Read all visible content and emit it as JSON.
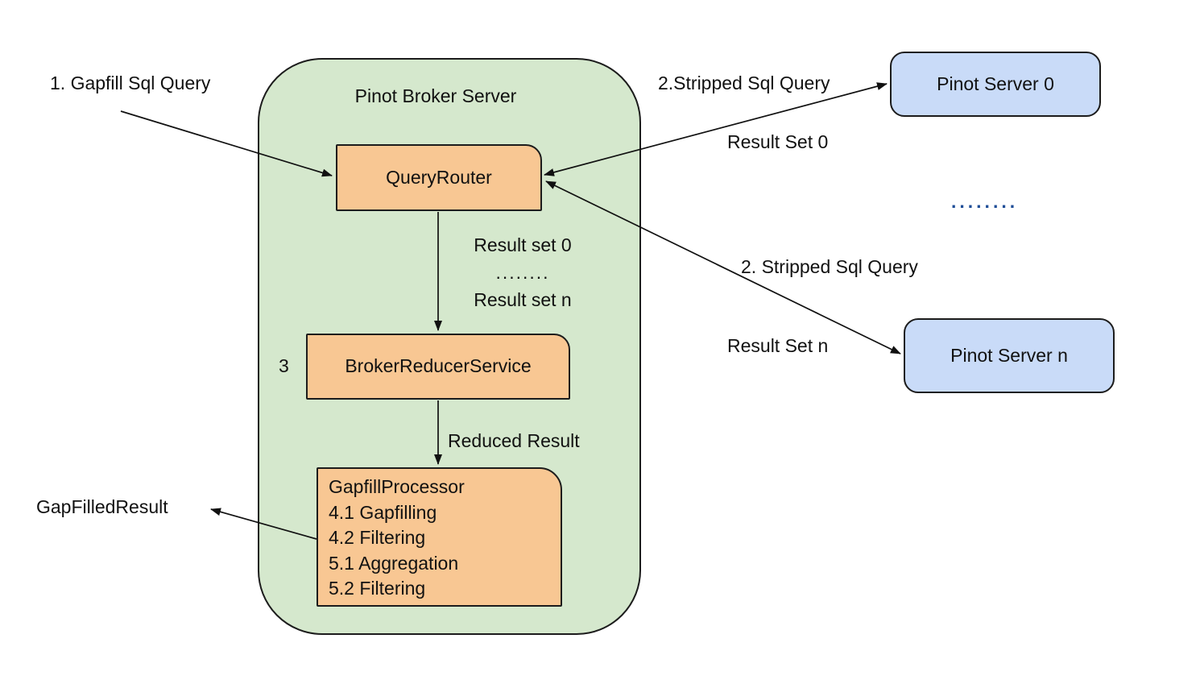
{
  "diagram": {
    "title": "Pinot Broker Server",
    "external_labels": {
      "gapfill_sql_query": "1. Gapfill Sql Query",
      "gapfilled_result": "GapFilledResult"
    },
    "broker": {
      "query_router": "QueryRouter",
      "step3": "3",
      "broker_reducer_service": "BrokerReducerService",
      "flow": {
        "result_set_0": "Result set 0",
        "dots": "........",
        "result_set_n": "Result set n"
      },
      "reduced_result": "Reduced Result",
      "gapfill_processor": {
        "title": "GapfillProcessor",
        "steps": [
          "4.1 Gapfilling",
          "4.2 Filtering",
          "5.1 Aggregation",
          "5.2 Filtering"
        ]
      }
    },
    "servers": {
      "server_0": "Pinot Server 0",
      "server_n": "Pinot Server n",
      "ellipsis": "........"
    },
    "edge_labels": {
      "stripped_query_0": "2.Stripped Sql Query",
      "result_set_0": "Result Set 0",
      "stripped_query_n": "2. Stripped Sql Query",
      "result_set_n": "Result Set n"
    },
    "colors": {
      "broker_fill": "#d5e8cd",
      "component_fill": "#f8c793",
      "server_fill": "#c9dbf8",
      "ellipsis_blue": "#1f4e97",
      "stroke": "#1c1c1c"
    }
  }
}
